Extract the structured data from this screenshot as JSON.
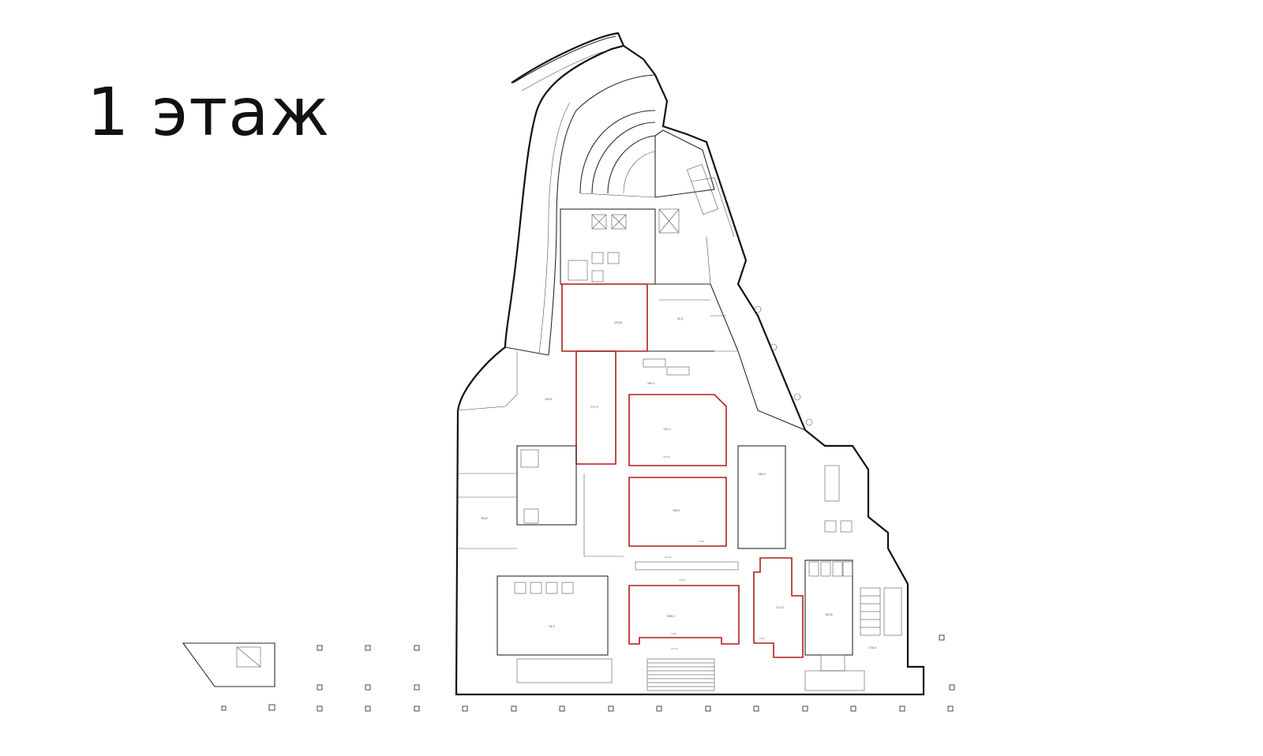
{
  "floor": {
    "title": "1 этаж"
  },
  "colors": {
    "wall": "#2a2a2a",
    "unit_outline": "#b01c1c",
    "background": "#ffffff"
  },
  "icons": {
    "stair": "stair-icon",
    "elevator": "elevator-icon",
    "column": "column-marker-icon"
  },
  "rooms": [
    "109,4",
    "229,8",
    "177,5",
    "132,1",
    "108,1",
    "306,5",
    "271,3",
    "140,6",
    "90,8",
    "174,6",
    "42,4",
    "295,1",
    "76,5",
    "136,3"
  ],
  "dimensions": [
    "8,68",
    "15,19",
    "5,50",
    "10,24",
    "14,12",
    "7,53",
    "6,92",
    "13,73"
  ]
}
